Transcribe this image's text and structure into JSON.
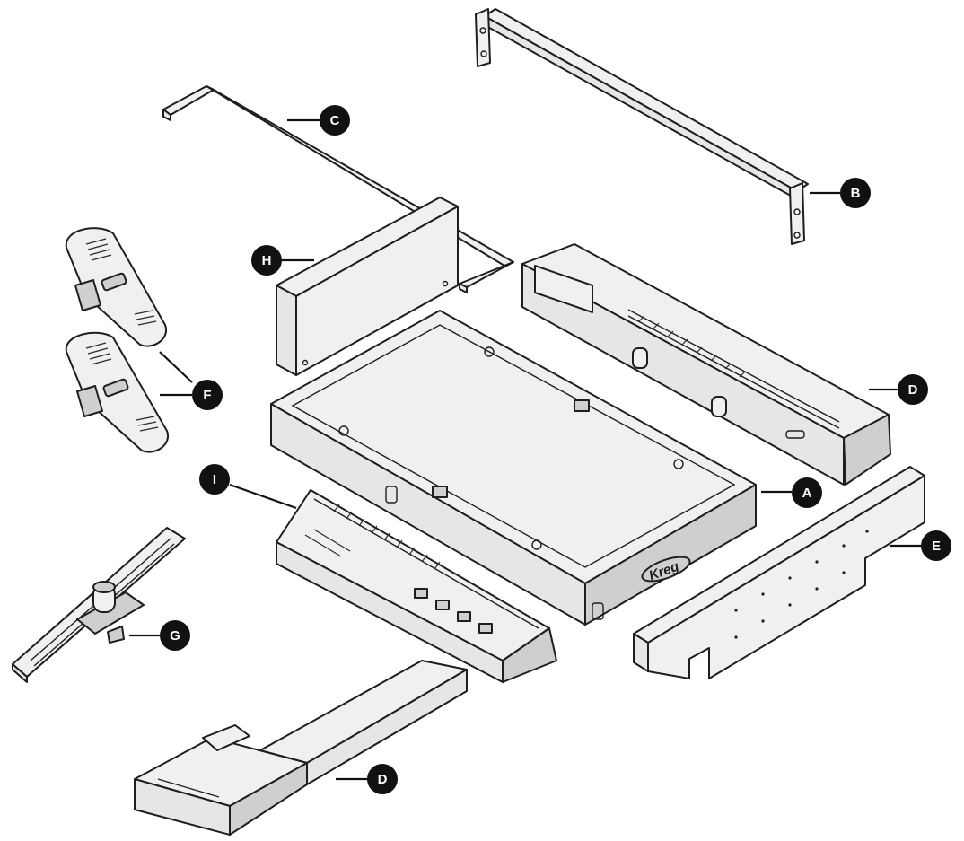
{
  "diagram": {
    "brand_logo": "Kreg",
    "callouts": [
      {
        "id": "callout-a",
        "letter": "A"
      },
      {
        "id": "callout-b",
        "letter": "B"
      },
      {
        "id": "callout-c",
        "letter": "C"
      },
      {
        "id": "callout-d-top",
        "letter": "D"
      },
      {
        "id": "callout-d-bottom",
        "letter": "D"
      },
      {
        "id": "callout-e",
        "letter": "E"
      },
      {
        "id": "callout-f",
        "letter": "F"
      },
      {
        "id": "callout-g",
        "letter": "G"
      },
      {
        "id": "callout-h",
        "letter": "H"
      },
      {
        "id": "callout-i",
        "letter": "I"
      }
    ]
  }
}
